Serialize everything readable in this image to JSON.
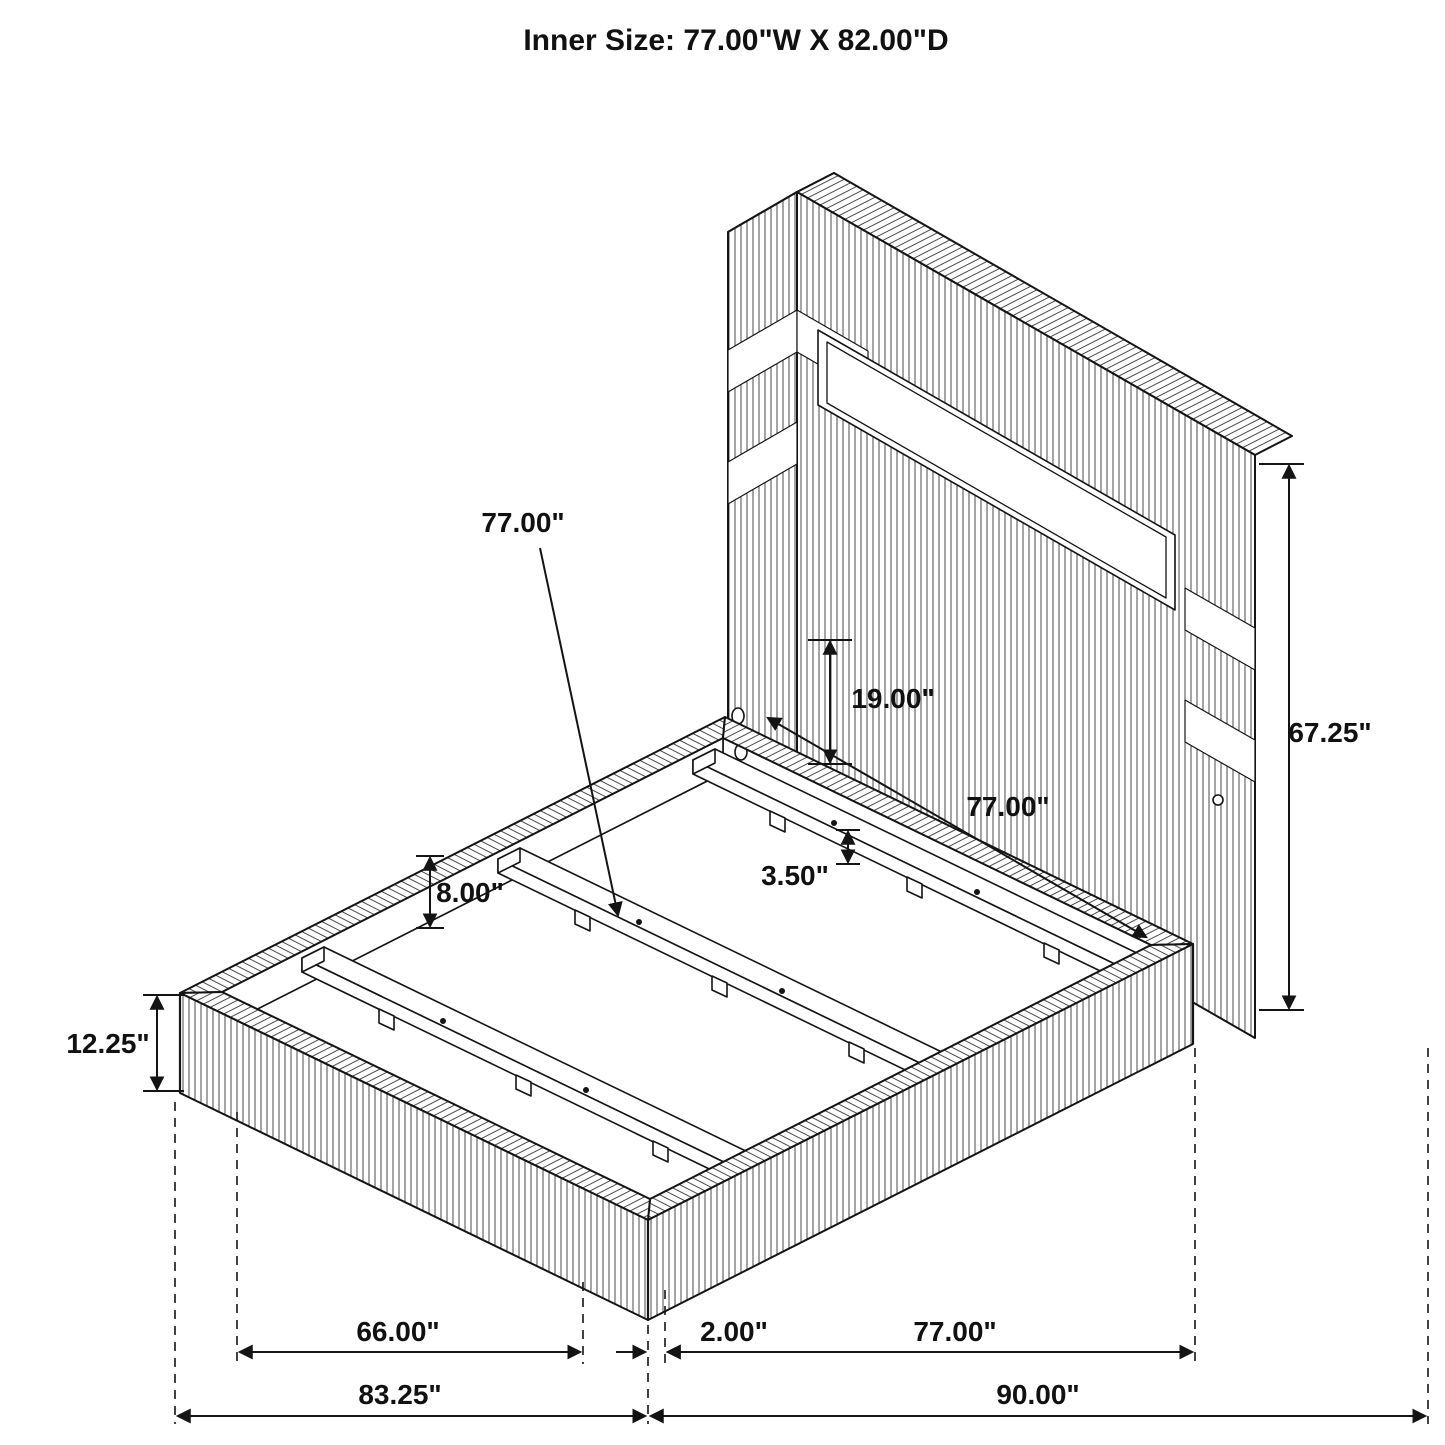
{
  "title": "Inner Size: 77.00\"W X 82.00\"D",
  "colors": {
    "line": "#141414",
    "stripe": "#4b4b4b",
    "background": "#ffffff"
  },
  "dimensions": {
    "slat_length": "77.00\"",
    "headboard_panel": "19.00\"",
    "inner_width": "77.00\"",
    "slat_height": "3.50\"",
    "center_support_height": "8.00\"",
    "side_rail_height": "12.25\"",
    "headboard_height": "67.25\"",
    "slat_area_width": "66.00\"",
    "overall_width": "83.25\"",
    "frame_lip": "2.00\"",
    "inner_depth_span": "77.00\"",
    "overall_depth": "90.00\""
  }
}
